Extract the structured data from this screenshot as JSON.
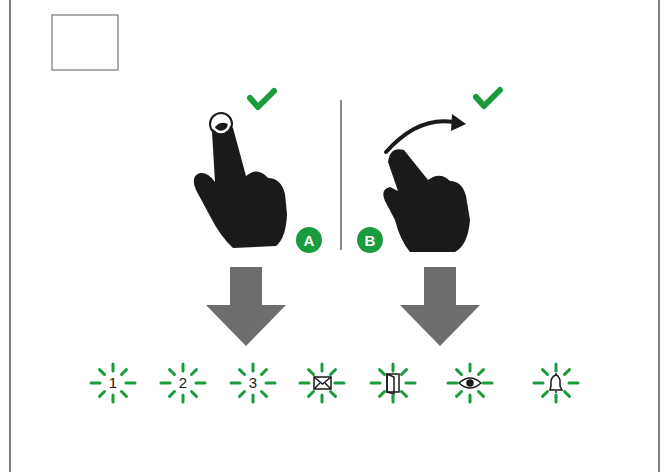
{
  "diagram": {
    "nodes": [
      {
        "text": [
          "A"
        ]
      },
      {
        "text": [
          "B"
        ]
      }
    ],
    "labels": [
      "1",
      "2",
      "3"
    ]
  }
}
